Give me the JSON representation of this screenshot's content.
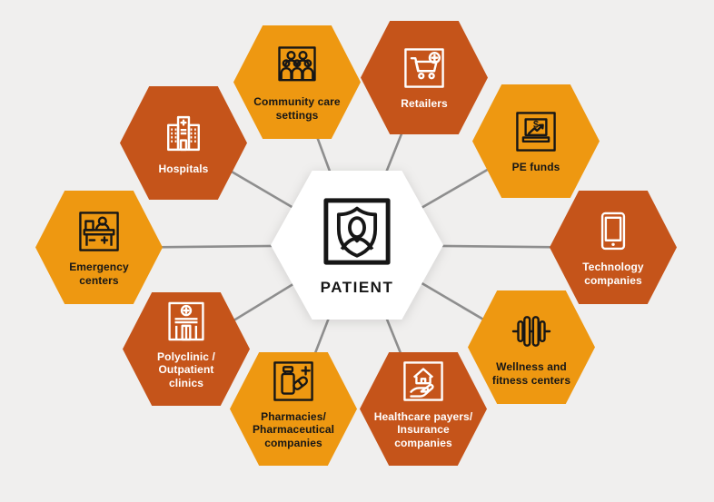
{
  "colors": {
    "bg": "#F0EFEE",
    "amber": "#EE9811",
    "rust": "#C5541A",
    "center_bg": "#FFFFFF",
    "connector": "#8E8E8E",
    "ink": "#161616",
    "ink_light": "#FFFFFF"
  },
  "center": {
    "label": "PATIENT",
    "icon": "patient-shield-icon"
  },
  "nodes": [
    {
      "id": "community-care-settings",
      "label": "Community care\nsettings",
      "icon": "audience-group-icon",
      "color": "amber"
    },
    {
      "id": "retailers",
      "label": "Retailers",
      "icon": "cart-plus-icon",
      "color": "rust"
    },
    {
      "id": "pe-funds",
      "label": "PE funds",
      "icon": "laptop-growth-icon",
      "color": "amber"
    },
    {
      "id": "technology-companies",
      "label": "Technology\ncompanies",
      "icon": "tablet-icon",
      "color": "rust"
    },
    {
      "id": "wellness-fitness-centers",
      "label": "Wellness and\nfitness centers",
      "icon": "dumbbell-icon",
      "color": "amber"
    },
    {
      "id": "healthcare-payers-insurance-companies",
      "label": "Healthcare payers/\nInsurance\ncompanies",
      "icon": "house-hand-icon",
      "color": "rust"
    },
    {
      "id": "pharmacies-pharmaceutical-companies",
      "label": "Pharmacies/\nPharmaceutical\ncompanies",
      "icon": "medicine-icon",
      "color": "amber"
    },
    {
      "id": "polyclinic-outpatient-clinics",
      "label": "Polyclinic /\nOutpatient\nclinics",
      "icon": "clinic-building-icon",
      "color": "rust"
    },
    {
      "id": "emergency-centers",
      "label": "Emergency\ncenters",
      "icon": "reception-desk-icon",
      "color": "amber"
    },
    {
      "id": "hospitals",
      "label": "Hospitals",
      "icon": "hospital-building-icon",
      "color": "rust"
    }
  ]
}
